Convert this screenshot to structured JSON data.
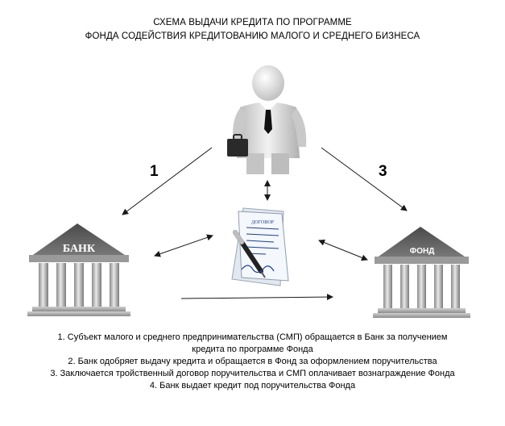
{
  "title": {
    "line1": "СХЕМА ВЫДАЧИ КРЕДИТА ПО ПРОГРАММЕ",
    "line2": "ФОНДА СОДЕЙСТВИЯ КРЕДИТОВАНИЮ МАЛОГО И СРЕДНЕГО БИЗНЕСА"
  },
  "labels": {
    "bank": "БАНК",
    "fund": "ФОНД",
    "contract": "ДОГОВОР",
    "step_left": "1",
    "step_right": "3"
  },
  "notes": {
    "line1": "1. Субъект малого и среднего предпринимательства (СМП) обращается в Банк за получением",
    "line2": "кредита по программе Фонда",
    "line3": "2. Банк одобряет выдачу кредита и обращается в Фонд за оформлением поручительства",
    "line4": "3. Заключается тройственный договор поручительства и СМП оплачивает вознаграждение Фонда",
    "line5": "4. Банк выдает кредит под поручительства Фонда"
  },
  "colors": {
    "building_light": "#d9d9d9",
    "building_mid": "#a9a9a9",
    "building_dark": "#6e6e6e",
    "roof_dark": "#5a5a5a",
    "person": "#e6e6e6",
    "tie": "#111111",
    "briefcase": "#2a2a2a",
    "arrow": "#1a1a1a",
    "paper": "#f4f7fb",
    "ink": "#1d3f8f"
  }
}
